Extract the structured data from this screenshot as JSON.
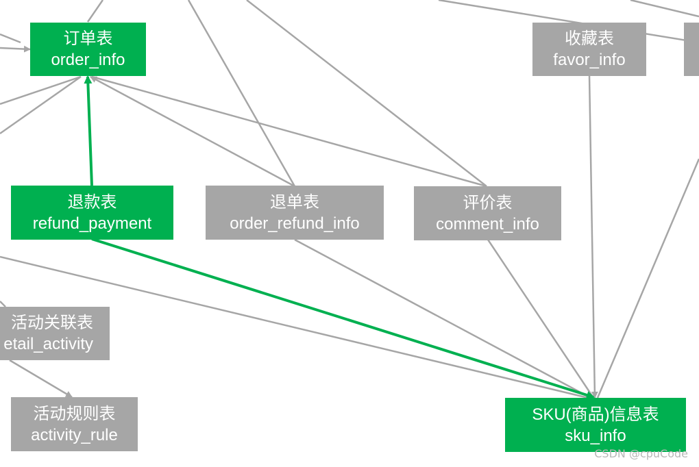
{
  "colors": {
    "gray_node": "#a6a6a6",
    "green_node": "#00b050",
    "gray_edge": "#a6a6a6",
    "green_edge": "#00b050"
  },
  "nodes": {
    "order_info": {
      "cn": "订单表",
      "en": "order_info",
      "highlight": true
    },
    "favor_info": {
      "cn": "收藏表",
      "en": "favor_info",
      "highlight": false
    },
    "refund_payment": {
      "cn": "退款表",
      "en": "refund_payment",
      "highlight": true
    },
    "order_refund_info": {
      "cn": "退单表",
      "en": "order_refund_info",
      "highlight": false
    },
    "comment_info": {
      "cn": "评价表",
      "en": "comment_info",
      "highlight": false
    },
    "detail_activity": {
      "cn": "活动关联表",
      "en": "etail_activity",
      "highlight": false
    },
    "activity_rule": {
      "cn": "活动规则表",
      "en": "activity_rule",
      "highlight": false
    },
    "sku_info": {
      "cn": "SKU(商品)信息表",
      "en": "sku_info",
      "highlight": true
    }
  },
  "watermark": "CSDN @cpuCode"
}
